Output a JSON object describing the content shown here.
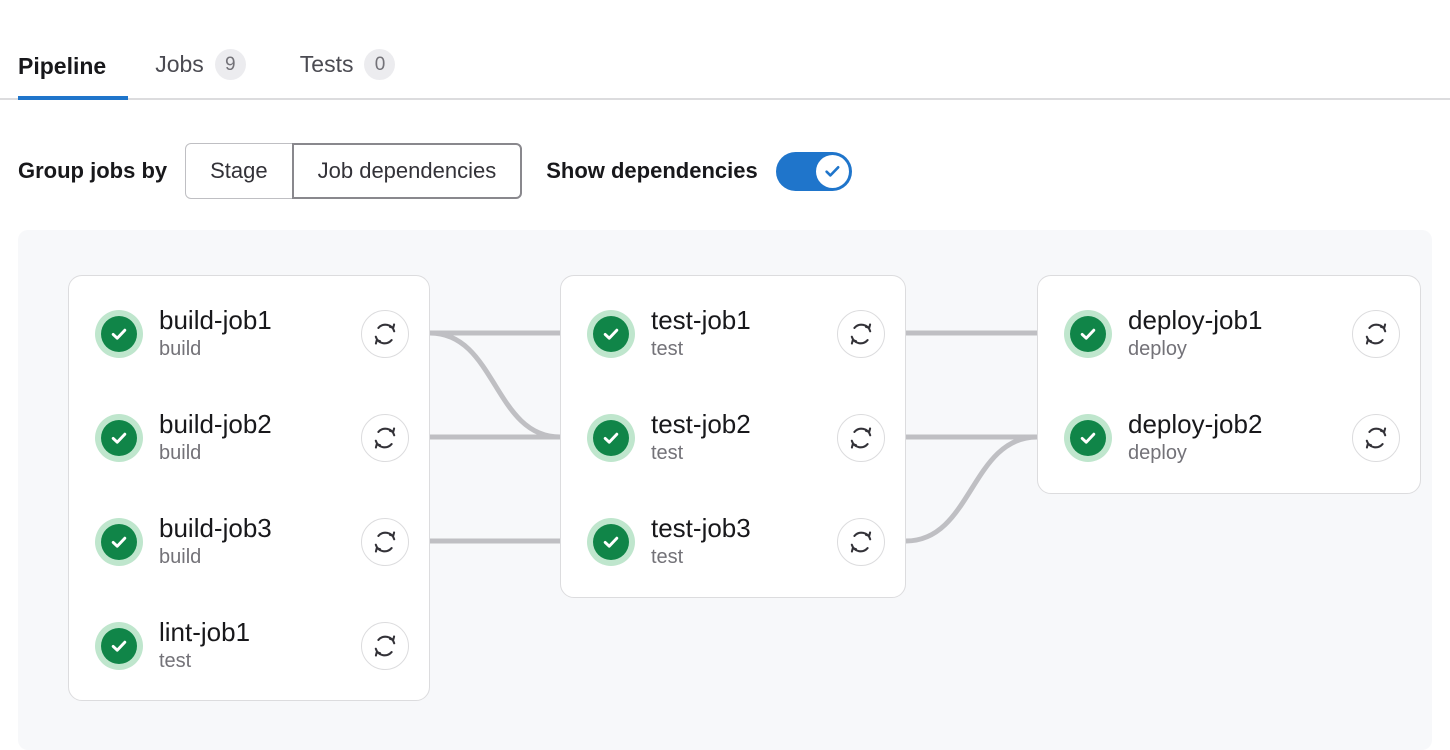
{
  "tabs": [
    {
      "label": "Pipeline",
      "badge": null,
      "active": true,
      "name": "tab-pipeline"
    },
    {
      "label": "Jobs",
      "badge": "9",
      "active": false,
      "name": "tab-jobs"
    },
    {
      "label": "Tests",
      "badge": "0",
      "active": false,
      "name": "tab-tests"
    }
  ],
  "controls": {
    "group_label": "Group jobs by",
    "segments": [
      {
        "label": "Stage",
        "selected": false
      },
      {
        "label": "Job dependencies",
        "selected": true
      }
    ],
    "dependencies_label": "Show dependencies",
    "dependencies_on": true
  },
  "colors": {
    "accent_blue": "#1f75cb",
    "status_green": "#108548",
    "status_green_halo": "#bfe6cd",
    "canvas_bg": "#f7f8fa",
    "card_border": "#dcdcde",
    "edge_line": "#bfbfc3",
    "badge_bg": "#ececef",
    "muted_text": "#737278"
  },
  "graph": {
    "icon_retry": "retry-icon",
    "icon_status": "status-success-icon",
    "columns": [
      {
        "name": "job-column-1",
        "jobs": [
          {
            "name": "build-job1",
            "stage": "build",
            "status": "success",
            "retry_label": "Retry"
          },
          {
            "name": "build-job2",
            "stage": "build",
            "status": "success",
            "retry_label": "Retry"
          },
          {
            "name": "build-job3",
            "stage": "build",
            "status": "success",
            "retry_label": "Retry"
          },
          {
            "name": "lint-job1",
            "stage": "test",
            "status": "success",
            "retry_label": "Retry"
          }
        ]
      },
      {
        "name": "job-column-2",
        "jobs": [
          {
            "name": "test-job1",
            "stage": "test",
            "status": "success",
            "retry_label": "Retry"
          },
          {
            "name": "test-job2",
            "stage": "test",
            "status": "success",
            "retry_label": "Retry"
          },
          {
            "name": "test-job3",
            "stage": "test",
            "status": "success",
            "retry_label": "Retry"
          }
        ]
      },
      {
        "name": "job-column-3",
        "jobs": [
          {
            "name": "deploy-job1",
            "stage": "deploy",
            "status": "success",
            "retry_label": "Retry"
          },
          {
            "name": "deploy-job2",
            "stage": "deploy",
            "status": "success",
            "retry_label": "Retry"
          }
        ]
      }
    ],
    "edges": [
      {
        "from": "build-job1",
        "to": "test-job1",
        "shape": "straight"
      },
      {
        "from": "build-job1",
        "to": "test-job2",
        "shape": "curve-down"
      },
      {
        "from": "build-job2",
        "to": "test-job2",
        "shape": "straight"
      },
      {
        "from": "build-job3",
        "to": "test-job3",
        "shape": "straight"
      },
      {
        "from": "test-job1",
        "to": "deploy-job1",
        "shape": "straight"
      },
      {
        "from": "test-job2",
        "to": "deploy-job2",
        "shape": "straight"
      },
      {
        "from": "test-job3",
        "to": "deploy-job2",
        "shape": "curve-up"
      }
    ]
  }
}
